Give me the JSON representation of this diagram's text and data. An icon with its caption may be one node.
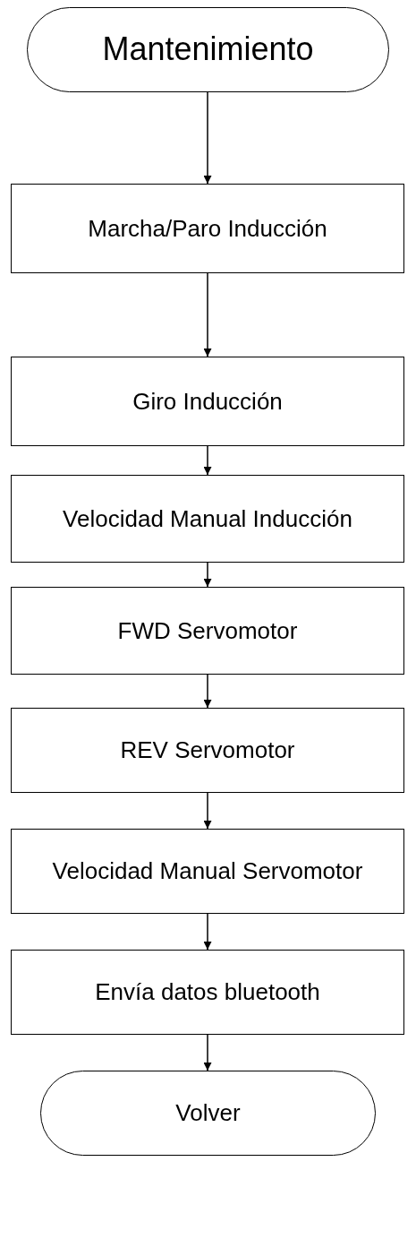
{
  "diagram": {
    "nodes": [
      {
        "text": [
          "Mantenimiento"
        ]
      },
      {
        "text": [
          "Marcha/Paro Inducción"
        ]
      },
      {
        "text": [
          "Giro Inducción"
        ]
      },
      {
        "text": [
          "Velocidad Manual Inducción"
        ]
      },
      {
        "text": [
          "FWD Servomotor"
        ]
      },
      {
        "text": [
          "REV Servomotor"
        ]
      },
      {
        "text": [
          "Velocidad Manual Servomotor"
        ]
      },
      {
        "text": [
          "Envía datos bluetooth"
        ]
      },
      {
        "text": [
          "Volver"
        ]
      }
    ],
    "edges": [
      {
        "from": 0,
        "to": 1,
        "arrow": "to"
      },
      {
        "from": 1,
        "to": 2,
        "arrow": "to"
      },
      {
        "from": 2,
        "to": 3,
        "arrow": "to"
      },
      {
        "from": 3,
        "to": 4,
        "arrow": "to"
      },
      {
        "from": 4,
        "to": 5,
        "arrow": "to"
      },
      {
        "from": 5,
        "to": 6,
        "arrow": "to"
      },
      {
        "from": 6,
        "to": 7,
        "arrow": "to"
      },
      {
        "from": 7,
        "to": 8,
        "arrow": "to"
      }
    ]
  }
}
